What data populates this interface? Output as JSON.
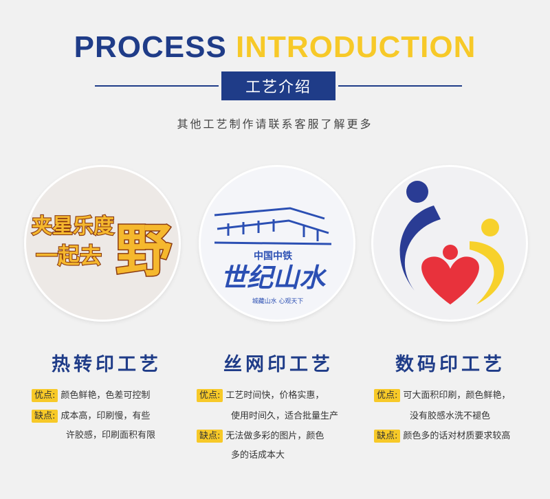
{
  "header": {
    "word1": "PROCESS",
    "word2": "INTRODUCTION",
    "subtitle": "工艺介绍",
    "tagline": "其他工艺制作请联系客服了解更多"
  },
  "processes": [
    {
      "title": "热转印工艺",
      "pro_label": "优点:",
      "pro_text": "颜色鲜艳，色差可控制",
      "con_label": "缺点:",
      "con_text_1": "成本高，印刷慢，有些",
      "con_text_2": "许胶感，印刷面积有限"
    },
    {
      "title": "丝网印工艺",
      "pro_label": "优点:",
      "pro_text_1": "工艺时间快，价格实惠，",
      "pro_text_2": "使用时间久，适合批量生产",
      "con_label": "缺点:",
      "con_text_1": "无法做多彩的图片，颜色",
      "con_text_2": "多的话成本大"
    },
    {
      "title": "数码印工艺",
      "pro_label": "优点:",
      "pro_text_1": "可大面积印刷，颜色鲜艳，",
      "pro_text_2": "没有胶感水洗不褪色",
      "con_label": "缺点:",
      "con_text": "颜色多的话对材质要求较高"
    }
  ],
  "samples": {
    "sample1_line1": "夹星乐度",
    "sample1_line2": "一起去",
    "sample1_big": "野",
    "sample2_top": "中国中铁",
    "sample2_main": "世纪山水",
    "sample2_bottom": "城藏山水 心观天下"
  },
  "colors": {
    "navy": "#1f3c88",
    "yellow": "#f7c928",
    "red": "#e8323c"
  }
}
